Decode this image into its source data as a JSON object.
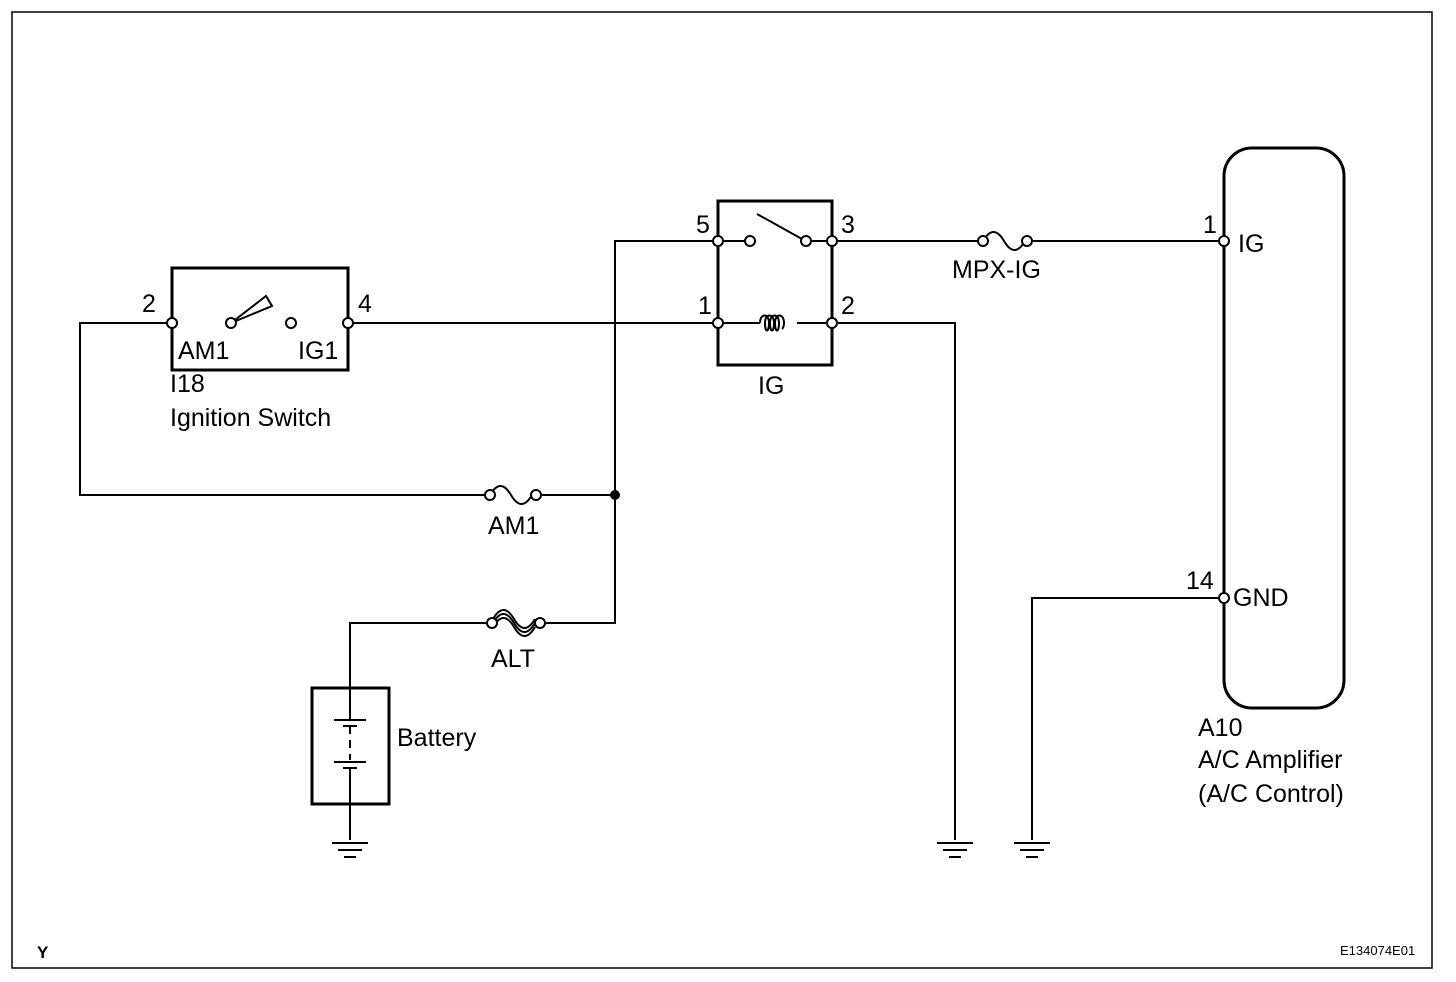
{
  "diagram": {
    "ignition_switch": {
      "code": "I18",
      "name": "Ignition Switch",
      "pin_am1_number": "2",
      "pin_am1_label": "AM1",
      "pin_ig1_number": "4",
      "pin_ig1_label": "IG1"
    },
    "ig_relay": {
      "name": "IG",
      "pin5": "5",
      "pin3": "3",
      "pin1": "1",
      "pin2": "2"
    },
    "fuses": {
      "mpx_ig": "MPX-IG",
      "am1": "AM1",
      "alt": "ALT"
    },
    "battery": {
      "label": "Battery"
    },
    "ac_amplifier": {
      "code": "A10",
      "name": "A/C Amplifier",
      "subname": "(A/C Control)",
      "pin_ig_number": "1",
      "pin_ig_label": "IG",
      "pin_gnd_number": "14",
      "pin_gnd_label": "GND"
    },
    "corner_mark": "Y",
    "figure_id": "E134074E01"
  }
}
